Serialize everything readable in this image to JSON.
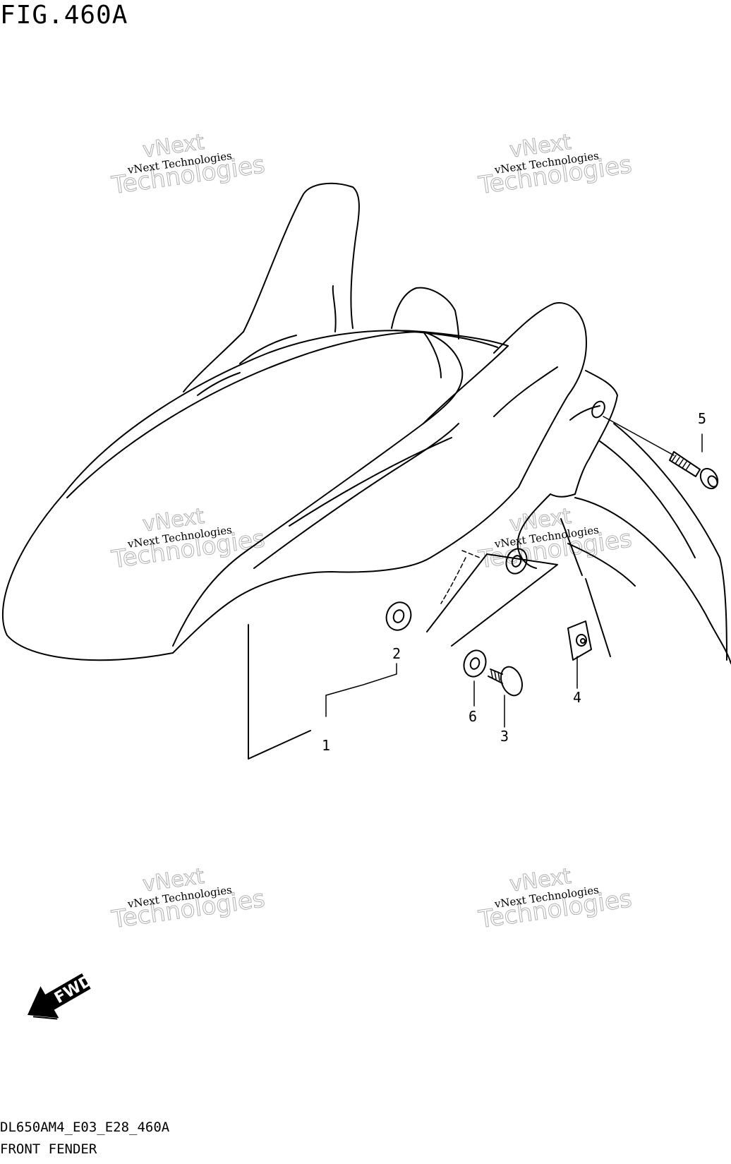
{
  "figure": {
    "title": "FIG.460A",
    "code": "DL650AM4_E03_E28_460A",
    "name": "FRONT FENDER"
  },
  "watermark": {
    "small": "vNext Technologies",
    "big_top": "vNext",
    "big_bottom": "Technologies"
  },
  "callouts": [
    "1",
    "2",
    "3",
    "4",
    "5",
    "6"
  ],
  "fwd_label": "FWD"
}
